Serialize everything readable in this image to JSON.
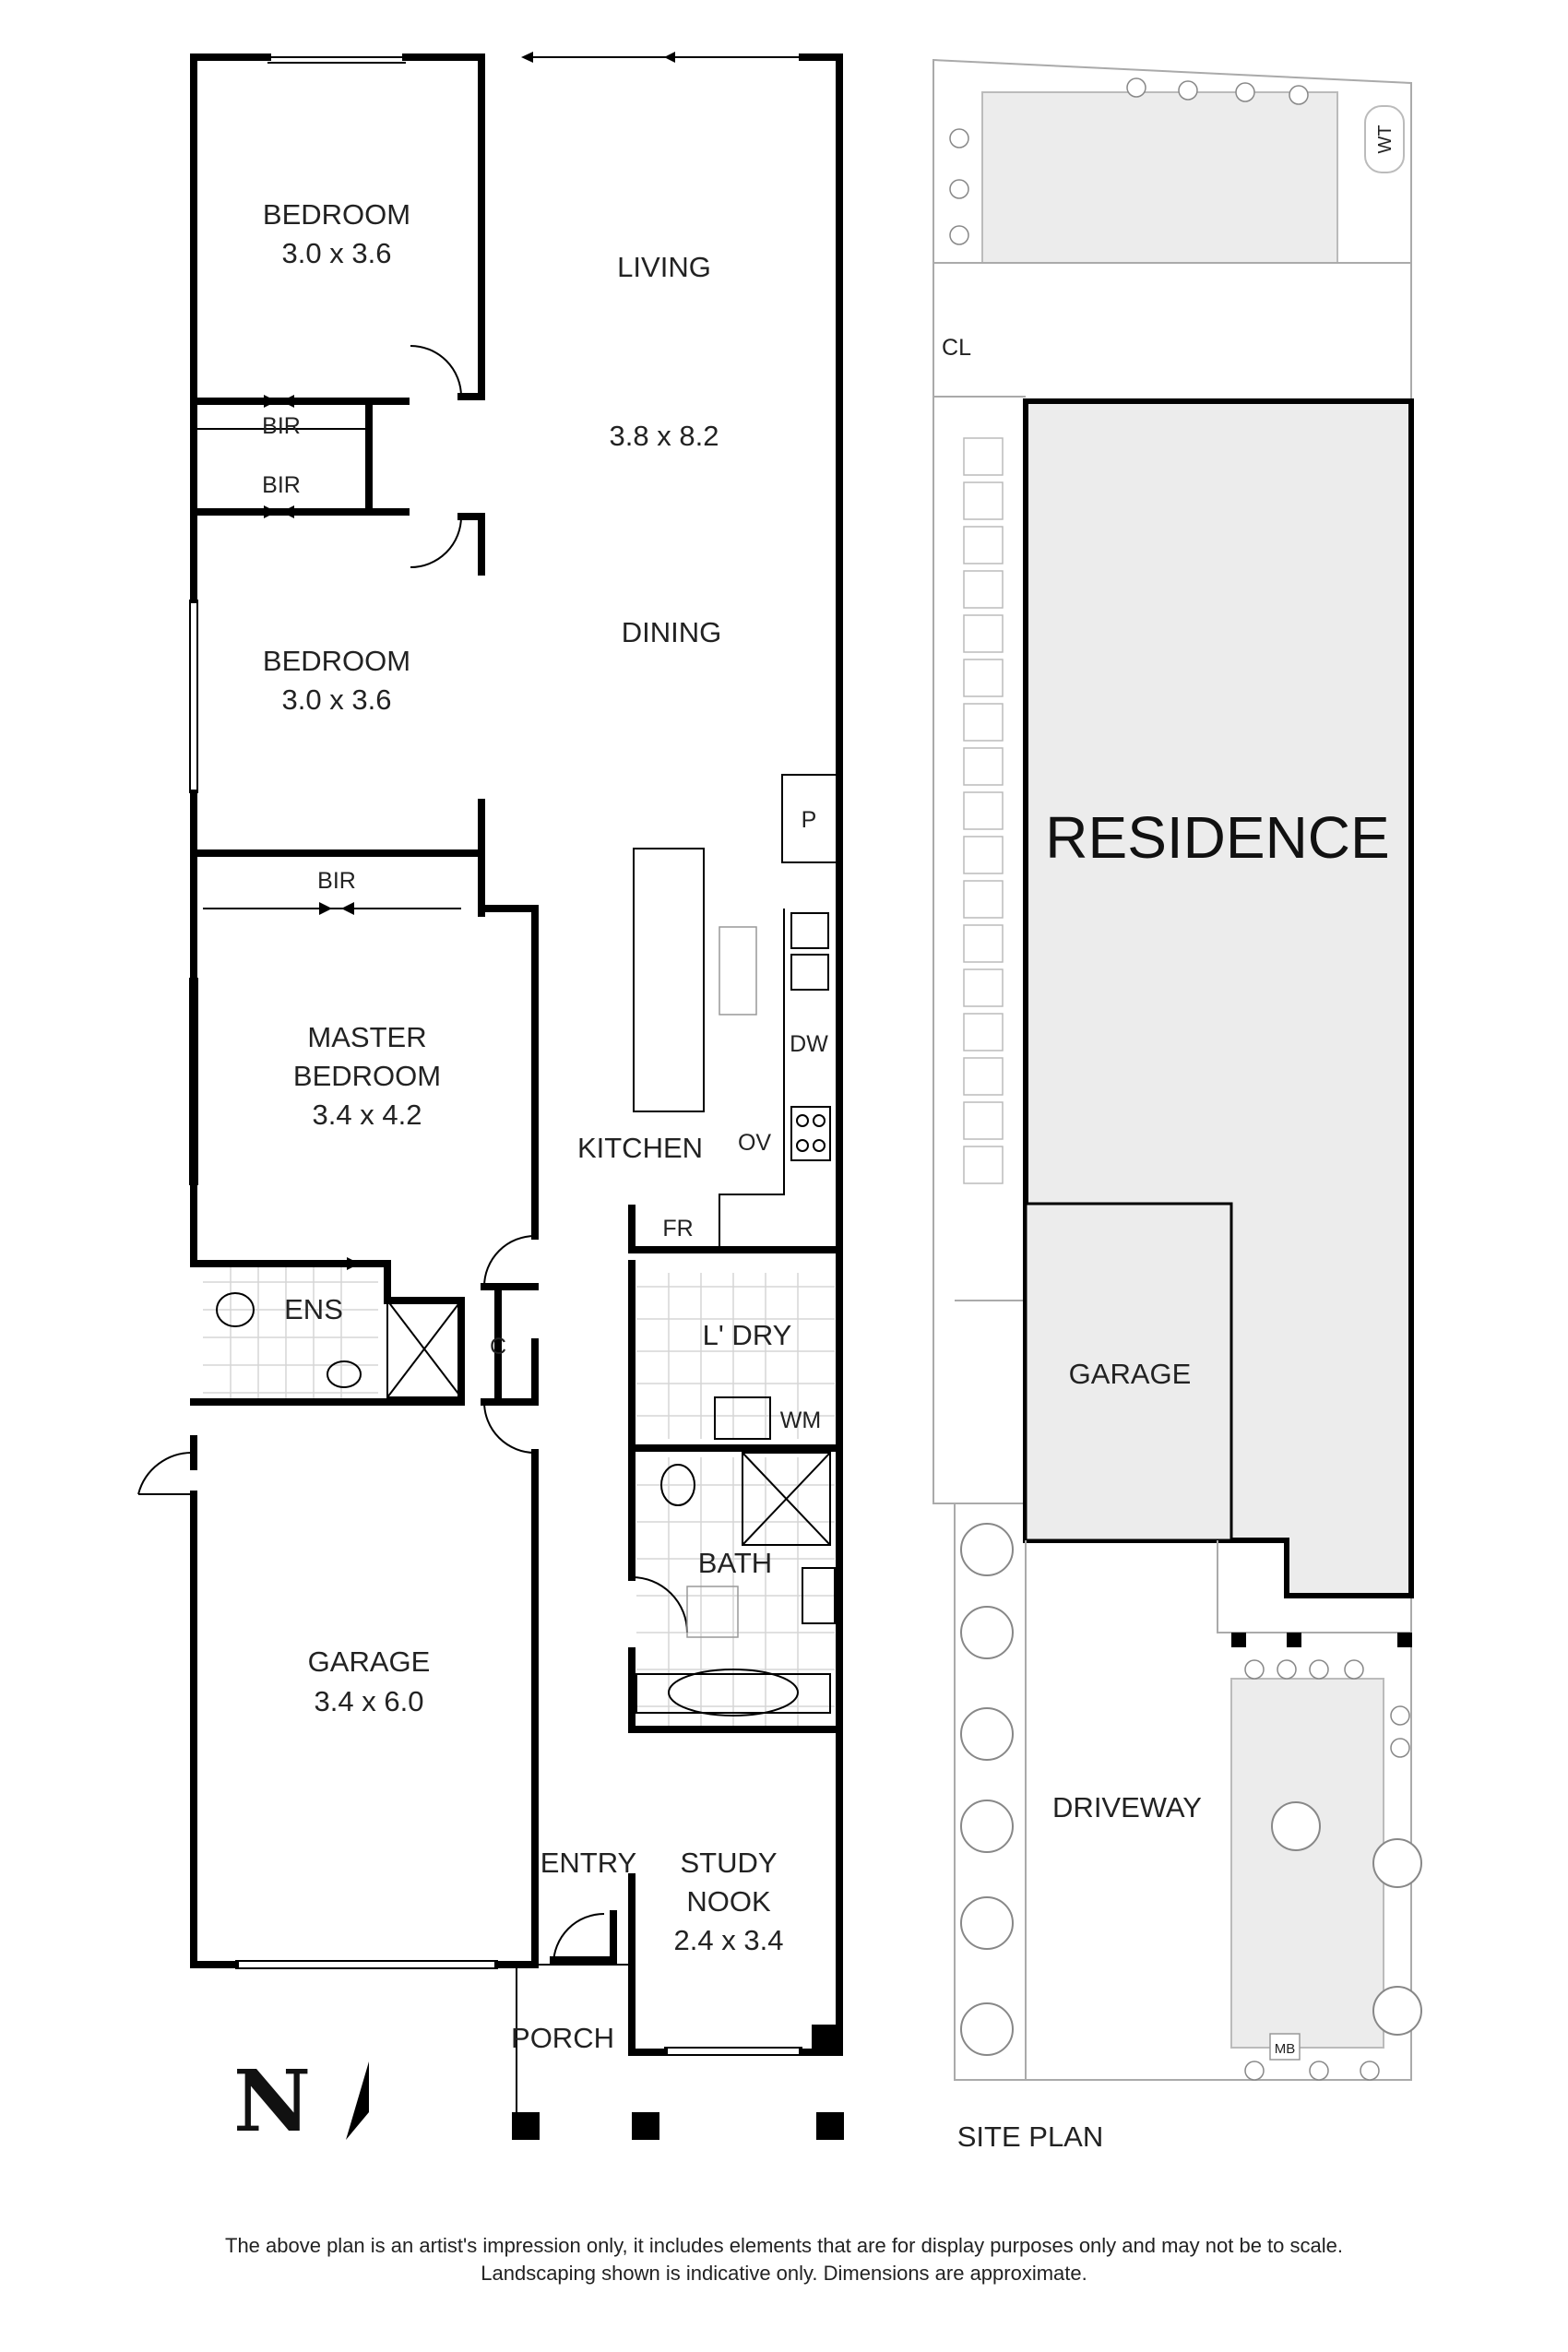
{
  "floor_plan": {
    "rooms": [
      {
        "name": "BEDROOM",
        "dims": "3.0 x 3.6"
      },
      {
        "name": "BEDROOM",
        "dims": "3.0 x 3.6"
      },
      {
        "name": "MASTER",
        "name2": "BEDROOM",
        "dims": "3.4 x 4.2"
      },
      {
        "name": "GARAGE",
        "dims": "3.4 x 6.0"
      },
      {
        "name": "STUDY",
        "name2": "NOOK",
        "dims": "2.4 x 3.4"
      }
    ],
    "living": {
      "name": "LIVING",
      "dims": "3.8 x 8.2",
      "dining": "DINING"
    },
    "labels": {
      "bir1": "BIR",
      "bir2": "BIR",
      "bir3": "BIR",
      "kitchen": "KITCHEN",
      "pantry": "P",
      "dishwasher": "DW",
      "oven": "OV",
      "fridge": "FR",
      "laundry": "L' DRY",
      "washing_machine": "WM",
      "bath": "BATH",
      "ensuite": "ENS",
      "cupboard": "C",
      "entry": "ENTRY",
      "porch": "PORCH"
    },
    "north": "N"
  },
  "site_plan": {
    "title": "SITE PLAN",
    "residence": "RESIDENCE",
    "garage": "GARAGE",
    "driveway": "DRIVEWAY",
    "clothesline": "CL",
    "water_tank": "WT",
    "mailbox": "MB"
  },
  "disclaimer": {
    "line1": "The above plan is an artist's impression only, it includes elements that are for display purposes only and may not be to scale.",
    "line2": "Landscaping shown is indicative only. Dimensions are approximate."
  }
}
